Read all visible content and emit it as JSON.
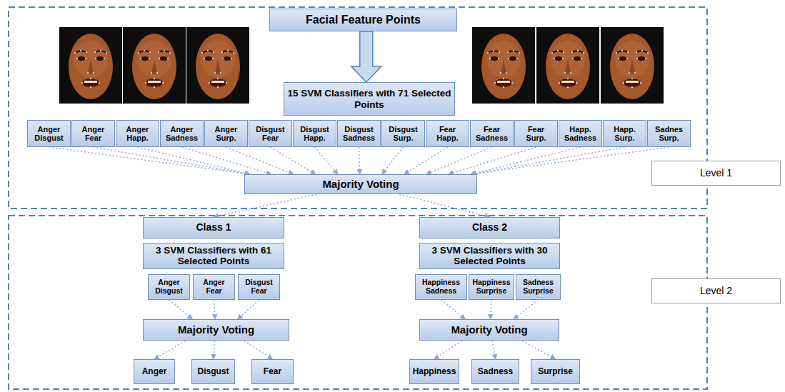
{
  "diagram": {
    "nodes": [
      {
        "text": [
          "Facial Feature Points"
        ]
      },
      {
        "text": [
          "15 SVM Classifiers with 71 Selected Points"
        ]
      },
      {
        "text": [
          "Anger Disgust"
        ]
      },
      {
        "text": [
          "Anger Fear"
        ]
      },
      {
        "text": [
          "Anger Happ."
        ]
      },
      {
        "text": [
          "Anger Sadness"
        ]
      },
      {
        "text": [
          "Anger Surp."
        ]
      },
      {
        "text": [
          "Disgust Fear"
        ]
      },
      {
        "text": [
          "Disgust Happ."
        ]
      },
      {
        "text": [
          "Disgust Sadness"
        ]
      },
      {
        "text": [
          "Disgust Surp."
        ]
      },
      {
        "text": [
          "Fear Happ."
        ]
      },
      {
        "text": [
          "Fear Sadness"
        ]
      },
      {
        "text": [
          "Fear Surp."
        ]
      },
      {
        "text": [
          "Happ. Sadness"
        ]
      },
      {
        "text": [
          "Happ. Surp."
        ]
      },
      {
        "text": [
          "Sadnes Surp."
        ]
      },
      {
        "text": [
          "Level 1"
        ]
      },
      {
        "text": [
          "Majority Voting"
        ]
      },
      {
        "text": [
          "Class 1"
        ]
      },
      {
        "text": [
          "Class 2"
        ]
      },
      {
        "text": [
          "3 SVM Classifiers with 61 Selected Points"
        ]
      },
      {
        "text": [
          "3 SVM Classifiers with 30 Selected Points"
        ]
      },
      {
        "text": [
          "Level 2"
        ]
      },
      {
        "text": [
          "Anger Disgust"
        ]
      },
      {
        "text": [
          "Anger Fear"
        ]
      },
      {
        "text": [
          "Disgust Fear"
        ]
      },
      {
        "text": [
          "Happiness Sadness"
        ]
      },
      {
        "text": [
          "Happiness Surprise"
        ]
      },
      {
        "text": [
          "Sadness Surprise"
        ]
      },
      {
        "text": [
          "Majority Voting"
        ]
      },
      {
        "text": [
          "Majority Voting"
        ]
      },
      {
        "text": [
          "Anger"
        ]
      },
      {
        "text": [
          "Disgust"
        ]
      },
      {
        "text": [
          "Fear"
        ]
      },
      {
        "text": [
          "Happiness"
        ]
      },
      {
        "text": [
          "Sadness"
        ]
      },
      {
        "text": [
          "Surprise"
        ]
      }
    ],
    "edges": [
      {
        "from": 0,
        "to": 1,
        "arrow": "to"
      },
      {
        "from": 2,
        "to": 18,
        "arrow": "to"
      },
      {
        "from": 3,
        "to": 18,
        "arrow": "to"
      },
      {
        "from": 4,
        "to": 18,
        "arrow": "to"
      },
      {
        "from": 5,
        "to": 18,
        "arrow": "to"
      },
      {
        "from": 6,
        "to": 18,
        "arrow": "to"
      },
      {
        "from": 7,
        "to": 18,
        "arrow": "to"
      },
      {
        "from": 8,
        "to": 18,
        "arrow": "to"
      },
      {
        "from": 9,
        "to": 18,
        "arrow": "to"
      },
      {
        "from": 10,
        "to": 18,
        "arrow": "to"
      },
      {
        "from": 11,
        "to": 18,
        "arrow": "to"
      },
      {
        "from": 12,
        "to": 18,
        "arrow": "to"
      },
      {
        "from": 13,
        "to": 18,
        "arrow": "to"
      },
      {
        "from": 14,
        "to": 18,
        "arrow": "to"
      },
      {
        "from": 15,
        "to": 18,
        "arrow": "to"
      },
      {
        "from": 16,
        "to": 18,
        "arrow": "to"
      },
      {
        "from": 18,
        "to": 19,
        "arrow": "to"
      },
      {
        "from": 18,
        "to": 20,
        "arrow": "to"
      },
      {
        "from": 24,
        "to": 30,
        "arrow": "to"
      },
      {
        "from": 25,
        "to": 30,
        "arrow": "to"
      },
      {
        "from": 26,
        "to": 30,
        "arrow": "to"
      },
      {
        "from": 27,
        "to": 31,
        "arrow": "to"
      },
      {
        "from": 28,
        "to": 31,
        "arrow": "to"
      },
      {
        "from": 29,
        "to": 31,
        "arrow": "to"
      },
      {
        "from": 30,
        "to": 32,
        "arrow": "to"
      },
      {
        "from": 30,
        "to": 33,
        "arrow": "to"
      },
      {
        "from": 30,
        "to": 34,
        "arrow": "to"
      },
      {
        "from": 31,
        "to": 35,
        "arrow": "to"
      },
      {
        "from": 31,
        "to": 36,
        "arrow": "to"
      },
      {
        "from": 31,
        "to": 37,
        "arrow": "to"
      }
    ]
  }
}
